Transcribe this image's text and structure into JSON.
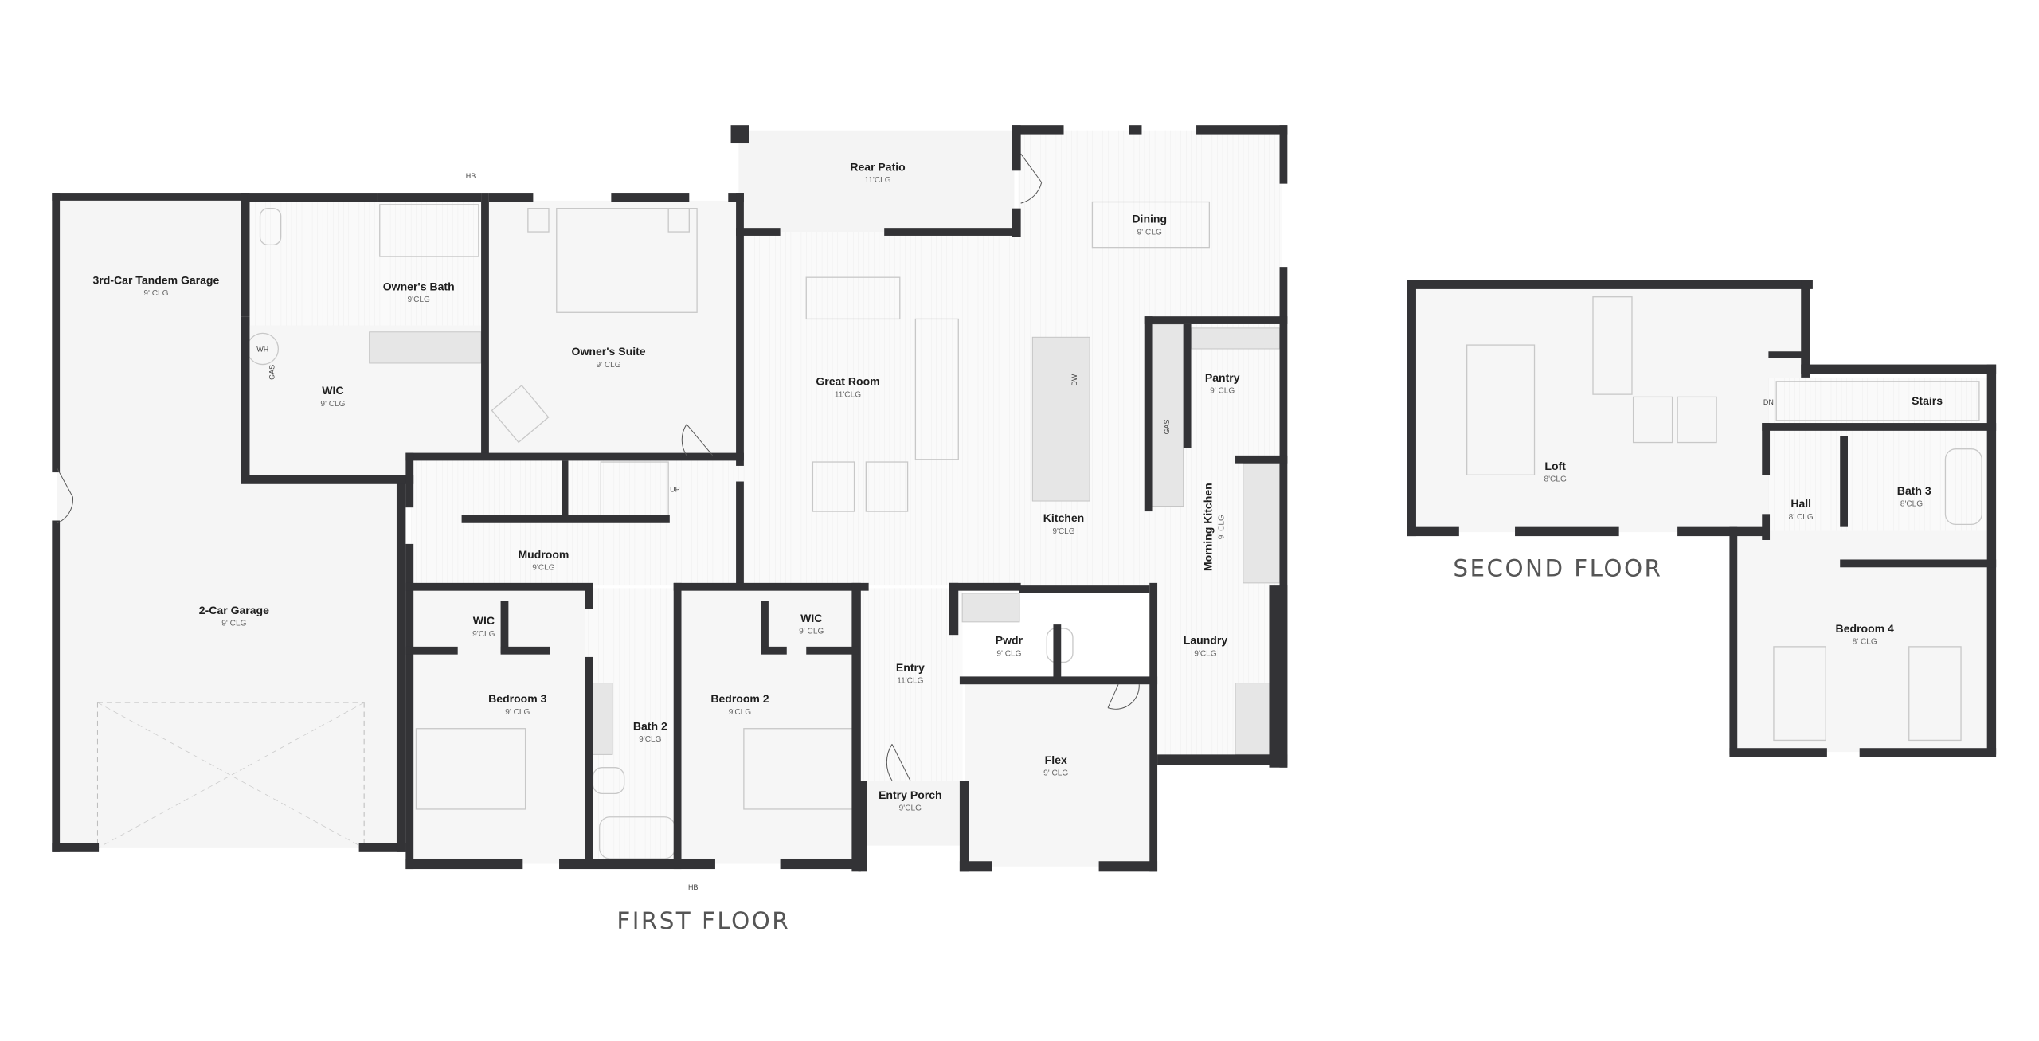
{
  "first_floor": {
    "title": "FIRST FLOOR",
    "rooms": {
      "tandem_garage": {
        "name": "3rd-Car Tandem Garage",
        "clg": "9' CLG"
      },
      "garage": {
        "name": "2-Car Garage",
        "clg": "9' CLG"
      },
      "owners_bath": {
        "name": "Owner's Bath",
        "clg": "9'CLG"
      },
      "owners_wic": {
        "name": "WIC",
        "clg": "9' CLG"
      },
      "owners_suite": {
        "name": "Owner's Suite",
        "clg": "9' CLG"
      },
      "rear_patio": {
        "name": "Rear Patio",
        "clg": "11'CLG"
      },
      "great_room": {
        "name": "Great Room",
        "clg": "11'CLG"
      },
      "dining": {
        "name": "Dining",
        "clg": "9' CLG"
      },
      "kitchen": {
        "name": "Kitchen",
        "clg": "9'CLG"
      },
      "pantry": {
        "name": "Pantry",
        "clg": "9' CLG"
      },
      "morning_kitchen": {
        "name": "Morning Kitchen",
        "clg": "9' CLG"
      },
      "mudroom": {
        "name": "Mudroom",
        "clg": "9'CLG"
      },
      "wic_b3": {
        "name": "WIC",
        "clg": "9'CLG"
      },
      "bedroom3": {
        "name": "Bedroom 3",
        "clg": "9' CLG"
      },
      "bath2": {
        "name": "Bath 2",
        "clg": "9'CLG"
      },
      "bedroom2": {
        "name": "Bedroom 2",
        "clg": "9'CLG"
      },
      "wic_b2": {
        "name": "WIC",
        "clg": "9' CLG"
      },
      "entry": {
        "name": "Entry",
        "clg": "11'CLG"
      },
      "pwdr": {
        "name": "Pwdr",
        "clg": "9' CLG"
      },
      "laundry": {
        "name": "Laundry",
        "clg": "9'CLG"
      },
      "flex": {
        "name": "Flex",
        "clg": "9' CLG"
      },
      "entry_porch": {
        "name": "Entry Porch",
        "clg": "9'CLG"
      }
    },
    "annotations": {
      "hb": "HB",
      "wh": "WH",
      "gas": "GAS",
      "dw": "DW",
      "up": "UP"
    }
  },
  "second_floor": {
    "title": "SECOND FLOOR",
    "rooms": {
      "loft": {
        "name": "Loft",
        "clg": "8'CLG"
      },
      "stairs": {
        "name": "Stairs"
      },
      "hall": {
        "name": "Hall",
        "clg": "8' CLG"
      },
      "bath3": {
        "name": "Bath 3",
        "clg": "8'CLG"
      },
      "bedroom4": {
        "name": "Bedroom 4",
        "clg": "8' CLG"
      }
    },
    "annotations": {
      "dn": "DN"
    }
  },
  "colors": {
    "wall": "#333336",
    "floor": "#f6f6f6",
    "label": "#1e1e1e",
    "title": "#555555"
  }
}
